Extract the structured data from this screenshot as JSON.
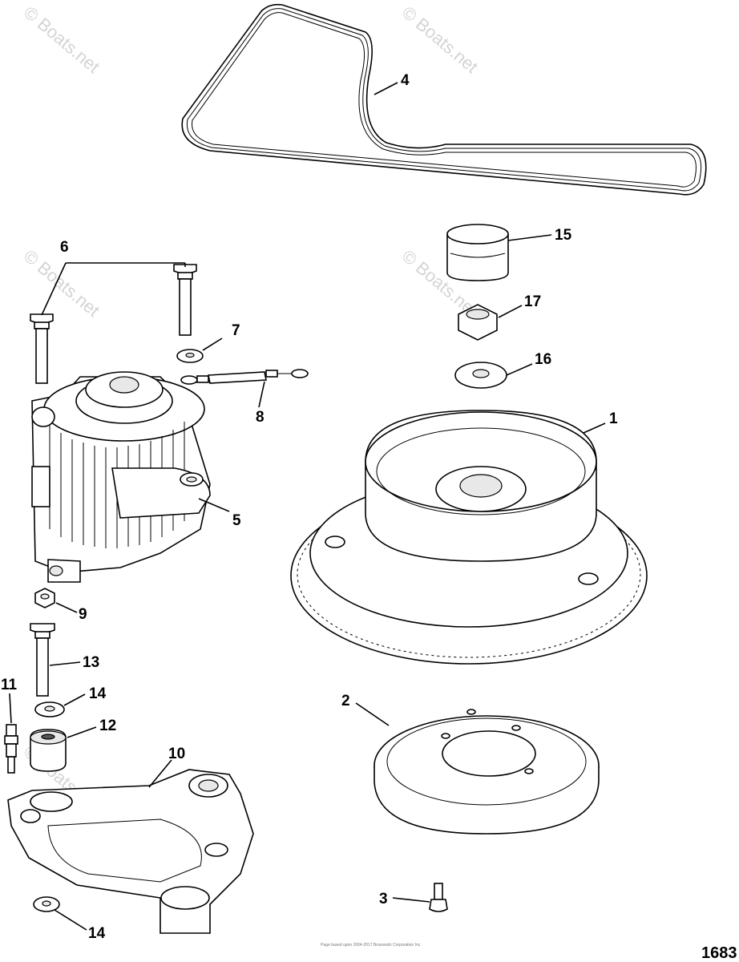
{
  "watermark": "© Boats.net",
  "footer": "Page based upon 2004-2017 Brunswick Corporation Inc.",
  "page_number": "1683",
  "callouts": [
    "1",
    "2",
    "3",
    "4",
    "5",
    "6",
    "7",
    "8",
    "9",
    "10",
    "11",
    "12",
    "13",
    "14",
    "15",
    "16",
    "17",
    "14"
  ]
}
